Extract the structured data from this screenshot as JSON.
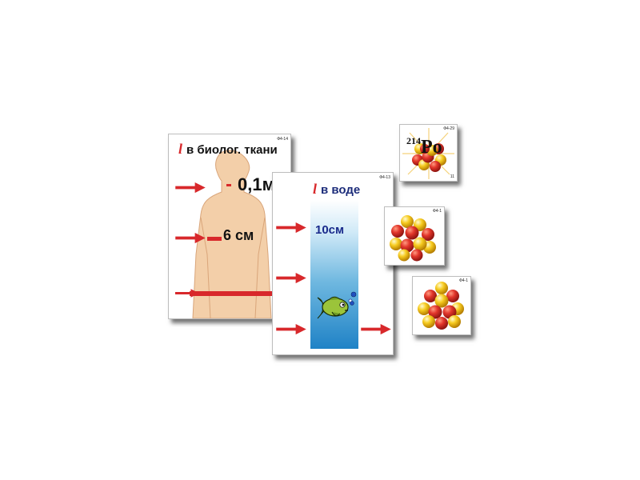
{
  "bio_card": {
    "code": "Ф4-14",
    "symbol": "l",
    "title": "в биолог. ткани",
    "label_top": "0,1м",
    "label_mid": "6 см"
  },
  "water_card": {
    "code": "Ф4-13",
    "symbol": "l",
    "title": "в воде",
    "label": "10см"
  },
  "po_card": {
    "code": "Ф4-29",
    "mass_number": "214",
    "element": "Po",
    "number": "11"
  },
  "nucleus_card_2": {
    "code": "Ф4-1"
  },
  "nucleus_card_3": {
    "code": "Ф4-1"
  },
  "colors": {
    "arrow": "#d8282b",
    "title_blue": "#1c2c7a",
    "body_skin": "#f3cfa9",
    "proton_red": "#d9352c",
    "neutron_yellow": "#f3c21b"
  },
  "icons": [
    "arrow-right-icon",
    "human-body-icon",
    "fish-icon",
    "nucleus-icon",
    "starburst-icon"
  ]
}
